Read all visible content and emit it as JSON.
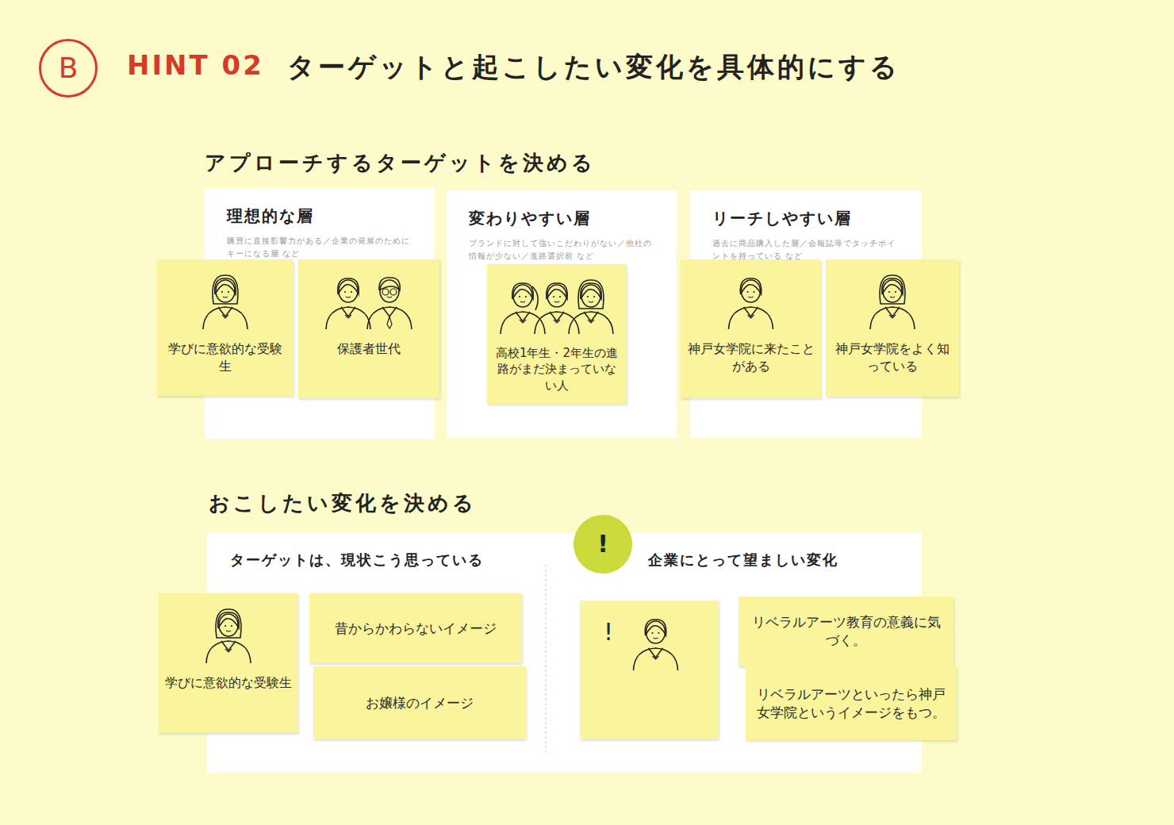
{
  "diagram": {
    "title": "ターゲットと起こしたい変化を具体的にする",
    "nodes": [
      {
        "text": [
          "B"
        ]
      },
      {
        "text": [
          "理想的な層",
          "購買に直接影響力がある／企業の発展のためにキーになる層 など"
        ]
      },
      {
        "text": [
          "学びに意欲的な受験生"
        ],
        "in": 1
      },
      {
        "text": [
          "保護者世代"
        ],
        "in": 1
      },
      {
        "text": [
          "変わりやすい層",
          "ブランドに対して強いこだわりがない／他社の情報が少ない／進路選択前 など"
        ]
      },
      {
        "text": [
          "高校1年生・2年生の進路がまだ決まっていない人"
        ],
        "in": 4
      },
      {
        "text": [
          "リーチしやすい層",
          "過去に商品購入した層／会報誌等でタッチポイントを持っている など"
        ]
      },
      {
        "text": [
          "神戸女学院に来たことがある"
        ],
        "in": 6
      },
      {
        "text": [
          "神戸女学院をよく知っている"
        ],
        "in": 6
      },
      {
        "text": [
          "ターゲットは、現状こう思っている",
          "企業にとって望ましい変化"
        ]
      },
      {
        "text": [
          "学びに意欲的な受験生"
        ],
        "in": 9
      },
      {
        "text": [
          "昔からかわらないイメージ"
        ],
        "in": 9
      },
      {
        "text": [
          "お嬢様のイメージ"
        ],
        "in": 9
      },
      {
        "text": [
          "!"
        ],
        "in": 9
      },
      {
        "text": [
          "!"
        ],
        "in": 9
      },
      {
        "text": [
          "リベラルアーツ教育の意義に気づく。"
        ],
        "in": 9
      },
      {
        "text": [
          "リベラルアーツといったら神戸女学院というイメージをもつ。"
        ],
        "in": 9
      }
    ],
    "edges": [
      {
        "from": 11,
        "to": 14,
        "arrow": "to"
      }
    ],
    "labels": [
      "HINT 02",
      "アプローチするターゲットを決める",
      "おこしたい変化を決める"
    ]
  }
}
